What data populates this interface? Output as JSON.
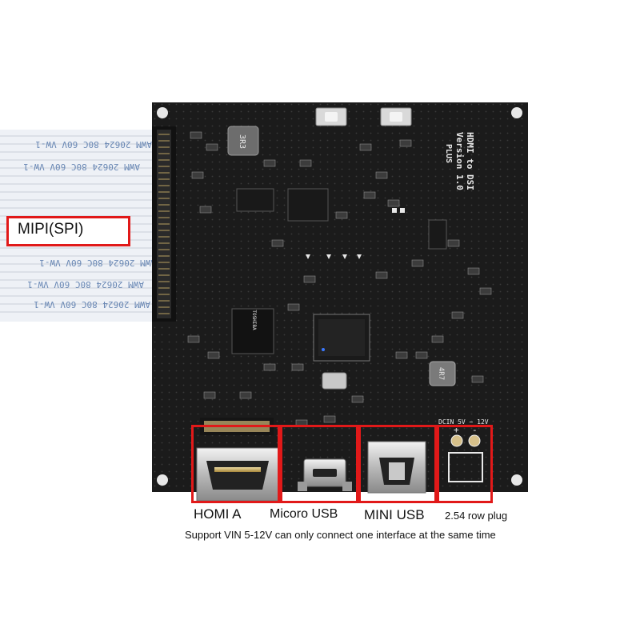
{
  "labels": {
    "mipi": "MIPI(SPI)",
    "hdmi": "HOMI A",
    "micro_usb": "Micoro USB",
    "mini_usb": "MINI USB",
    "row_plug": "2.54 row plug",
    "caption": "Support VIN 5-12V can only connect one interface at the same time"
  },
  "board_text": {
    "model": "HDMI to DSI",
    "version": "Version 1.0",
    "plus": "PLUS",
    "dcin": "DCIN 5V ~ 12V",
    "inductor_1": "3R3",
    "inductor_2": "4R7",
    "chip_brand": "TOSHIBA"
  },
  "cable_text": "AWM 20624 80C 60V VW-1",
  "colors": {
    "board": "#1b1b1b",
    "highlight": "#e11919",
    "cable": "#eef1f6",
    "cable_print": "#4a6fa5"
  }
}
